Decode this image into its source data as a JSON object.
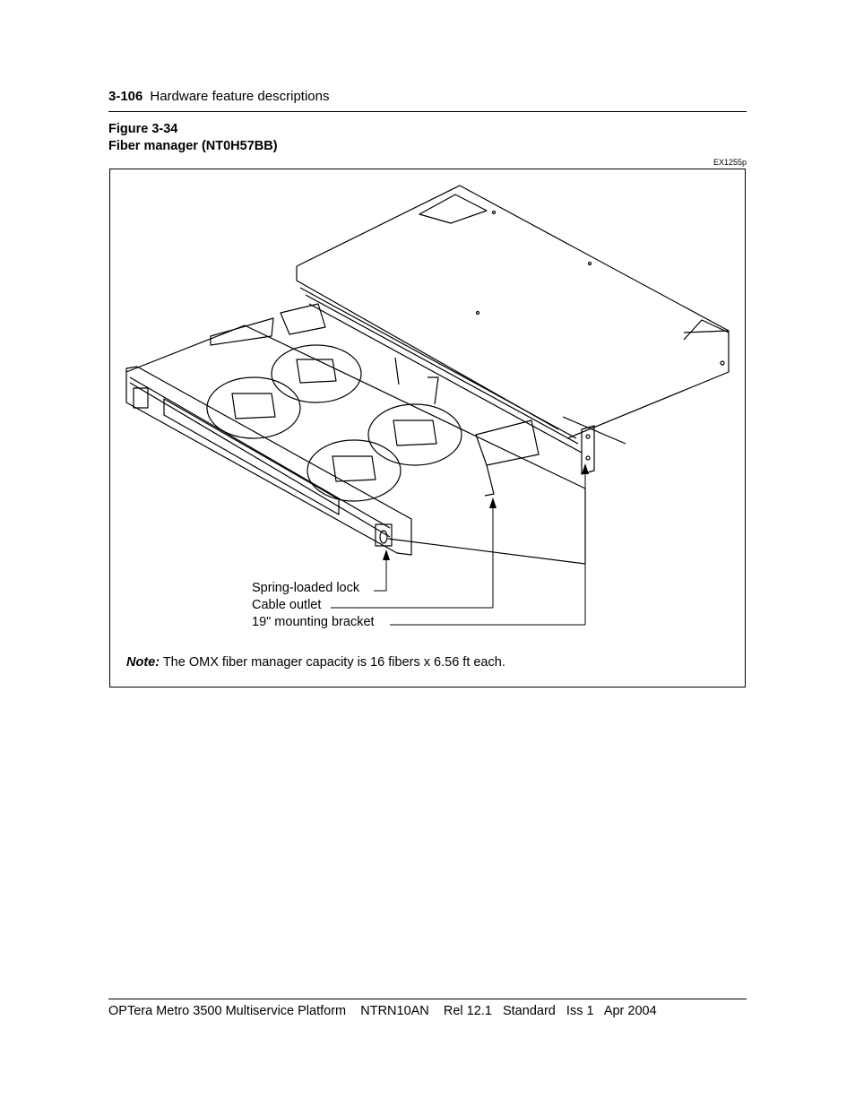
{
  "header": {
    "page_number": "3-106",
    "section_title": "Hardware feature descriptions"
  },
  "figure": {
    "number": "Figure 3-34",
    "title": "Fiber manager (NT0H57BB)",
    "code": "EX1255p",
    "callouts": [
      {
        "id": "lock",
        "label": "Spring-loaded lock"
      },
      {
        "id": "outlet",
        "label": "Cable outlet"
      },
      {
        "id": "bracket",
        "label": "19\" mounting bracket"
      }
    ],
    "note_label": "Note:",
    "note_text": " The OMX fiber manager capacity is 16 fibers x 6.56 ft each."
  },
  "footer": {
    "text": "OPTera Metro 3500 Multiservice Platform    NTRN10AN    Rel 12.1   Standard   Iss 1   Apr 2004"
  }
}
